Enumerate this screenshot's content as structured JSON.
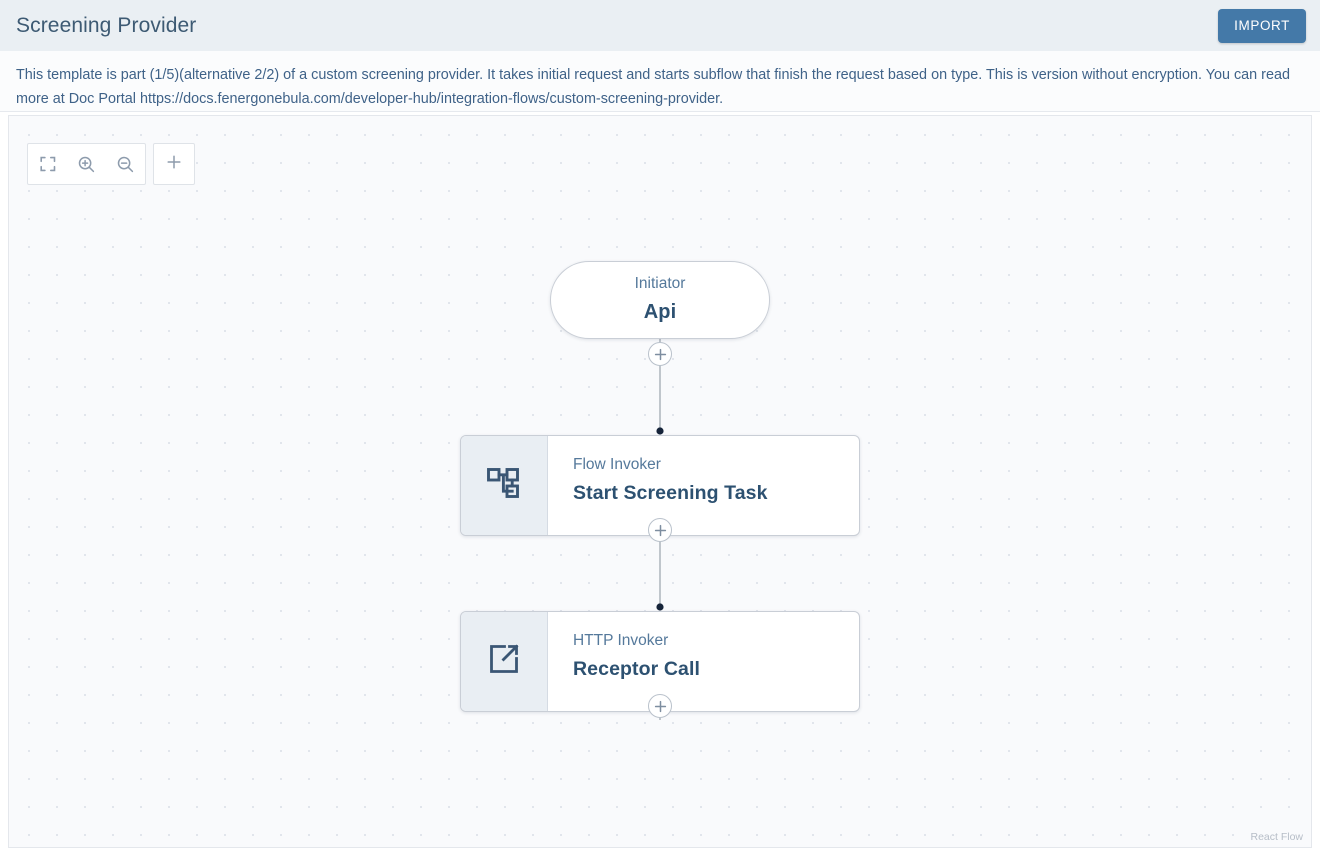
{
  "header": {
    "title": "Screening Provider",
    "import_label": "IMPORT"
  },
  "description": {
    "text": "This template is part (1/5)(alternative 2/2) of a custom screening provider. It takes initial request and starts subflow that finish the request based on type. This is version without encryption. You can read more at Doc Portal https://docs.fenergonebula.com/developer-hub/integration-flows/custom-screening-provider."
  },
  "toolbar": {
    "fit_view_label": "fit-view",
    "zoom_in_label": "zoom-in",
    "zoom_out_label": "zoom-out",
    "add_label": "+"
  },
  "canvas": {
    "attribution": "React Flow",
    "nodes": [
      {
        "id": "initiator",
        "kind": "initiator",
        "subtitle": "Initiator",
        "title": "Api",
        "icon": "none"
      },
      {
        "id": "flow-invoker",
        "kind": "task",
        "subtitle": "Flow Invoker",
        "title": "Start Screening Task",
        "icon": "sitemap-icon"
      },
      {
        "id": "http-invoker",
        "kind": "task",
        "subtitle": "HTTP Invoker",
        "title": "Receptor Call",
        "icon": "external-link-icon"
      }
    ],
    "edges": [
      {
        "id": "e1",
        "source": "initiator",
        "target": "flow-invoker",
        "add_label": "+"
      },
      {
        "id": "e2",
        "source": "flow-invoker",
        "target": "http-invoker",
        "add_label": "+"
      },
      {
        "id": "e3",
        "source": "http-invoker",
        "target": "",
        "add_label": "+"
      }
    ]
  },
  "colors": {
    "accent": "#4479a8",
    "header_bg": "#eaeff3",
    "node_title": "#2d5171",
    "node_subtitle": "#55799b",
    "canvas_bg": "#f9fafc"
  }
}
